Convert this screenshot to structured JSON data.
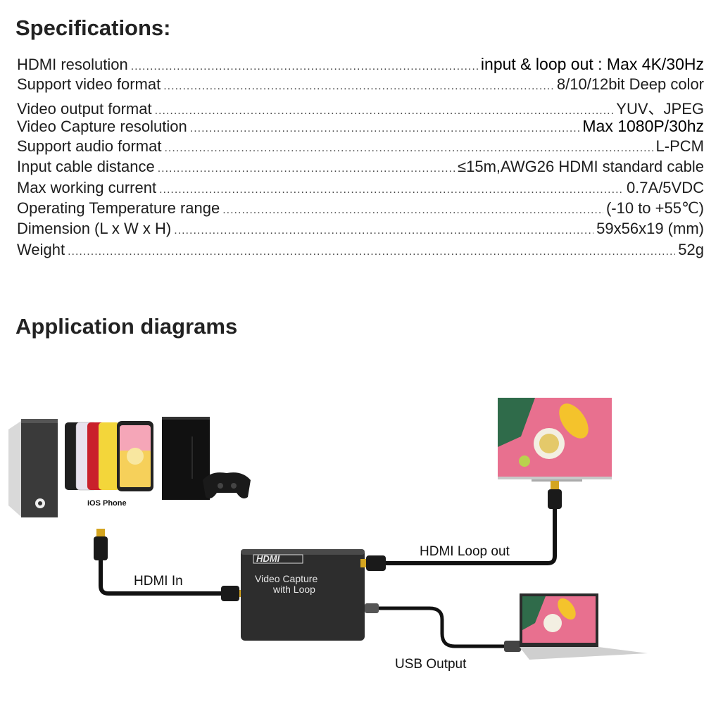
{
  "specifications": {
    "heading": "Specifications:",
    "rows": [
      {
        "label": "HDMI resolution",
        "value": "input & loop out : Max 4K/30Hz",
        "emphasis": true
      },
      {
        "label": "Support video format",
        "value": "8/10/12bit Deep color",
        "emphasis": false
      },
      {
        "label": "Video output format",
        "value": "YUV、JPEG",
        "emphasis": false
      },
      {
        "label": "Video Capture resolution",
        "value": "Max 1080P/30hz",
        "emphasis": true
      },
      {
        "label": "Support audio format",
        "value": "L-PCM",
        "emphasis": false
      },
      {
        "label": "Input cable distance",
        "value": "≤15m,AWG26 HDMI standard cable",
        "emphasis": false
      },
      {
        "label": "Max working current",
        "value": "0.7A/5VDC",
        "emphasis": false
      },
      {
        "label": "Operating Temperature range",
        "value": "(-10 to +55℃)",
        "emphasis": false
      },
      {
        "label": "Dimension (L x W x H)",
        "value": "59x56x19 (mm)",
        "emphasis": false
      },
      {
        "label": "Weight",
        "value": "52g",
        "emphasis": false
      }
    ]
  },
  "application": {
    "heading": "Application diagrams",
    "device_caption": "iOS Phone",
    "hdmi_in": "HDMI In",
    "hdmi_loop_out": "HDMI Loop out",
    "usb_output": "USB Output",
    "device_logo": "HDMI",
    "device_line1": "Video  Capture",
    "device_line2": "with Loop",
    "icons": [
      "pc-tower-icon",
      "iphone-icon",
      "game-console-icon",
      "gamepad-icon",
      "tv-icon",
      "laptop-icon",
      "hdmi-plug-icon",
      "usb-plug-icon"
    ]
  }
}
